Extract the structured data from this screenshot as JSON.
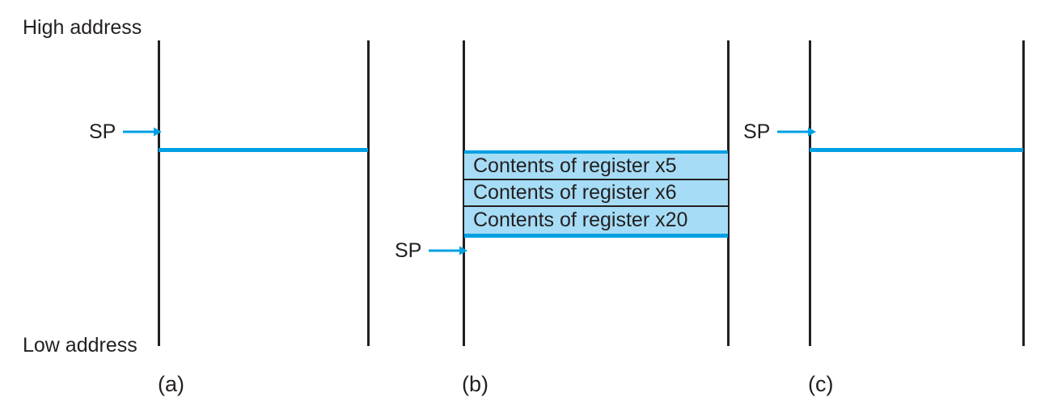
{
  "diagram": {
    "labels": {
      "high_address": "High address",
      "low_address": "Low address"
    },
    "colors": {
      "stack_pointer_line": "#00a0e3",
      "stack_fill": "#a6dcf5",
      "rule": "#231f20"
    },
    "panels": [
      {
        "caption": "(a)",
        "sp_label": "SP",
        "cells": []
      },
      {
        "caption": "(b)",
        "sp_label": "SP",
        "cells": [
          "Contents of register x5",
          "Contents of register x6",
          "Contents of register x20"
        ]
      },
      {
        "caption": "(c)",
        "sp_label": "SP",
        "cells": []
      }
    ]
  }
}
